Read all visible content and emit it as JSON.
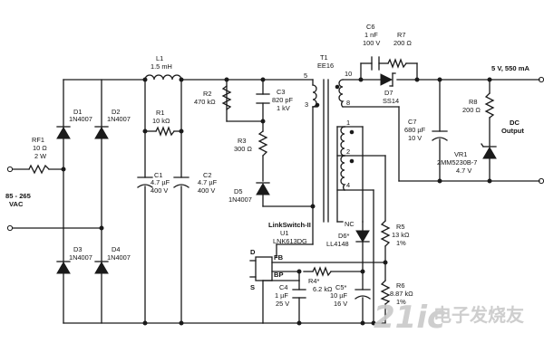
{
  "labels": {
    "rf1": [
      "RF1",
      "10 Ω",
      "2 W"
    ],
    "vac": [
      "85 - 265",
      "VAC"
    ],
    "d1": [
      "D1",
      "1N4007"
    ],
    "d2": [
      "D2",
      "1N4007"
    ],
    "d3": [
      "D3",
      "1N4007"
    ],
    "d4": [
      "D4",
      "1N4007"
    ],
    "l1": [
      "L1",
      "1.5 mH"
    ],
    "r1": [
      "R1",
      "10 kΩ"
    ],
    "c1": [
      "C1",
      "4.7 µF",
      "400 V"
    ],
    "c2": [
      "C2",
      "4.7 µF",
      "400 V"
    ],
    "r2": [
      "R2",
      "470 kΩ"
    ],
    "c3": [
      "C3",
      "820 pF",
      "1 kV"
    ],
    "r3": [
      "R3",
      "300 Ω"
    ],
    "d5": [
      "D5",
      "1N4007"
    ],
    "t1": [
      "T1",
      "EE16"
    ],
    "c6": [
      "C6",
      "1 nF",
      "100 V"
    ],
    "r7": [
      "R7",
      "200 Ω"
    ],
    "d7": [
      "D7",
      "SS14"
    ],
    "c7": [
      "C7",
      "680 µF",
      "10 V"
    ],
    "r8": [
      "R8",
      "200 Ω"
    ],
    "vr1": [
      "VR1",
      "2MM5230B-7",
      "4.7 V"
    ],
    "out": [
      "5 V, 550 mA"
    ],
    "dc": [
      "DC",
      "Output"
    ],
    "u1": [
      "LinkSwitch-II",
      "U1",
      "LNK613DG"
    ],
    "d6": [
      "D6*",
      "LL4148"
    ],
    "r5": [
      "R5",
      "13 kΩ",
      "1%"
    ],
    "r6": [
      "R6",
      "8.87 kΩ",
      "1%"
    ],
    "r4": [
      "R4*",
      "6.2 kΩ"
    ],
    "c4": [
      "C4",
      "1 µF",
      "25 V"
    ],
    "c5": [
      "C5*",
      "10 µF",
      "16 V"
    ],
    "pins_u1": [
      "D",
      "FB",
      "BP",
      "S"
    ],
    "pins_t1": [
      "5",
      "3",
      "10",
      "8",
      "1",
      "2",
      "4",
      "NC"
    ]
  },
  "watermark": "电子发烧友",
  "watermark_latin": "21ic"
}
